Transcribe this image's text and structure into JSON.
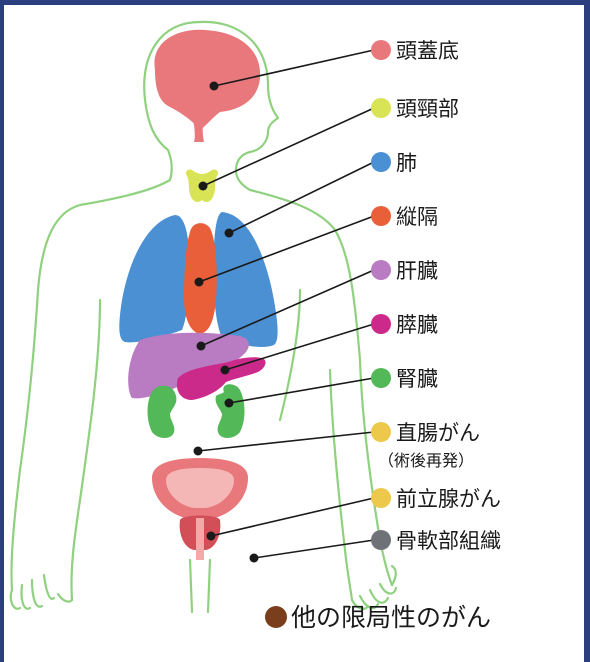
{
  "labels": [
    {
      "id": "skull-base",
      "text": "頭蓋底",
      "color": "#e8787c"
    },
    {
      "id": "head-neck",
      "text": "頭頸部",
      "color": "#d9e356"
    },
    {
      "id": "lung",
      "text": "肺",
      "color": "#4b90d2"
    },
    {
      "id": "mediastinum",
      "text": "縦隔",
      "color": "#e95f3a"
    },
    {
      "id": "liver",
      "text": "肝臓",
      "color": "#b97cc2"
    },
    {
      "id": "pancreas",
      "text": "膵臓",
      "color": "#cc2a8b"
    },
    {
      "id": "kidney",
      "text": "腎臓",
      "color": "#52b858"
    },
    {
      "id": "rectal-cancer",
      "text": "直腸がん",
      "sub": "（術後再発）",
      "color": "#ecc94b"
    },
    {
      "id": "prostate-cancer",
      "text": "前立腺がん",
      "color": "#ecc94b"
    },
    {
      "id": "bone-soft-tissue",
      "text": "骨軟部組織",
      "color": "#6e7277"
    },
    {
      "id": "other-localized",
      "text": "他の限局性のがん",
      "color": "#7a3e1c"
    }
  ]
}
